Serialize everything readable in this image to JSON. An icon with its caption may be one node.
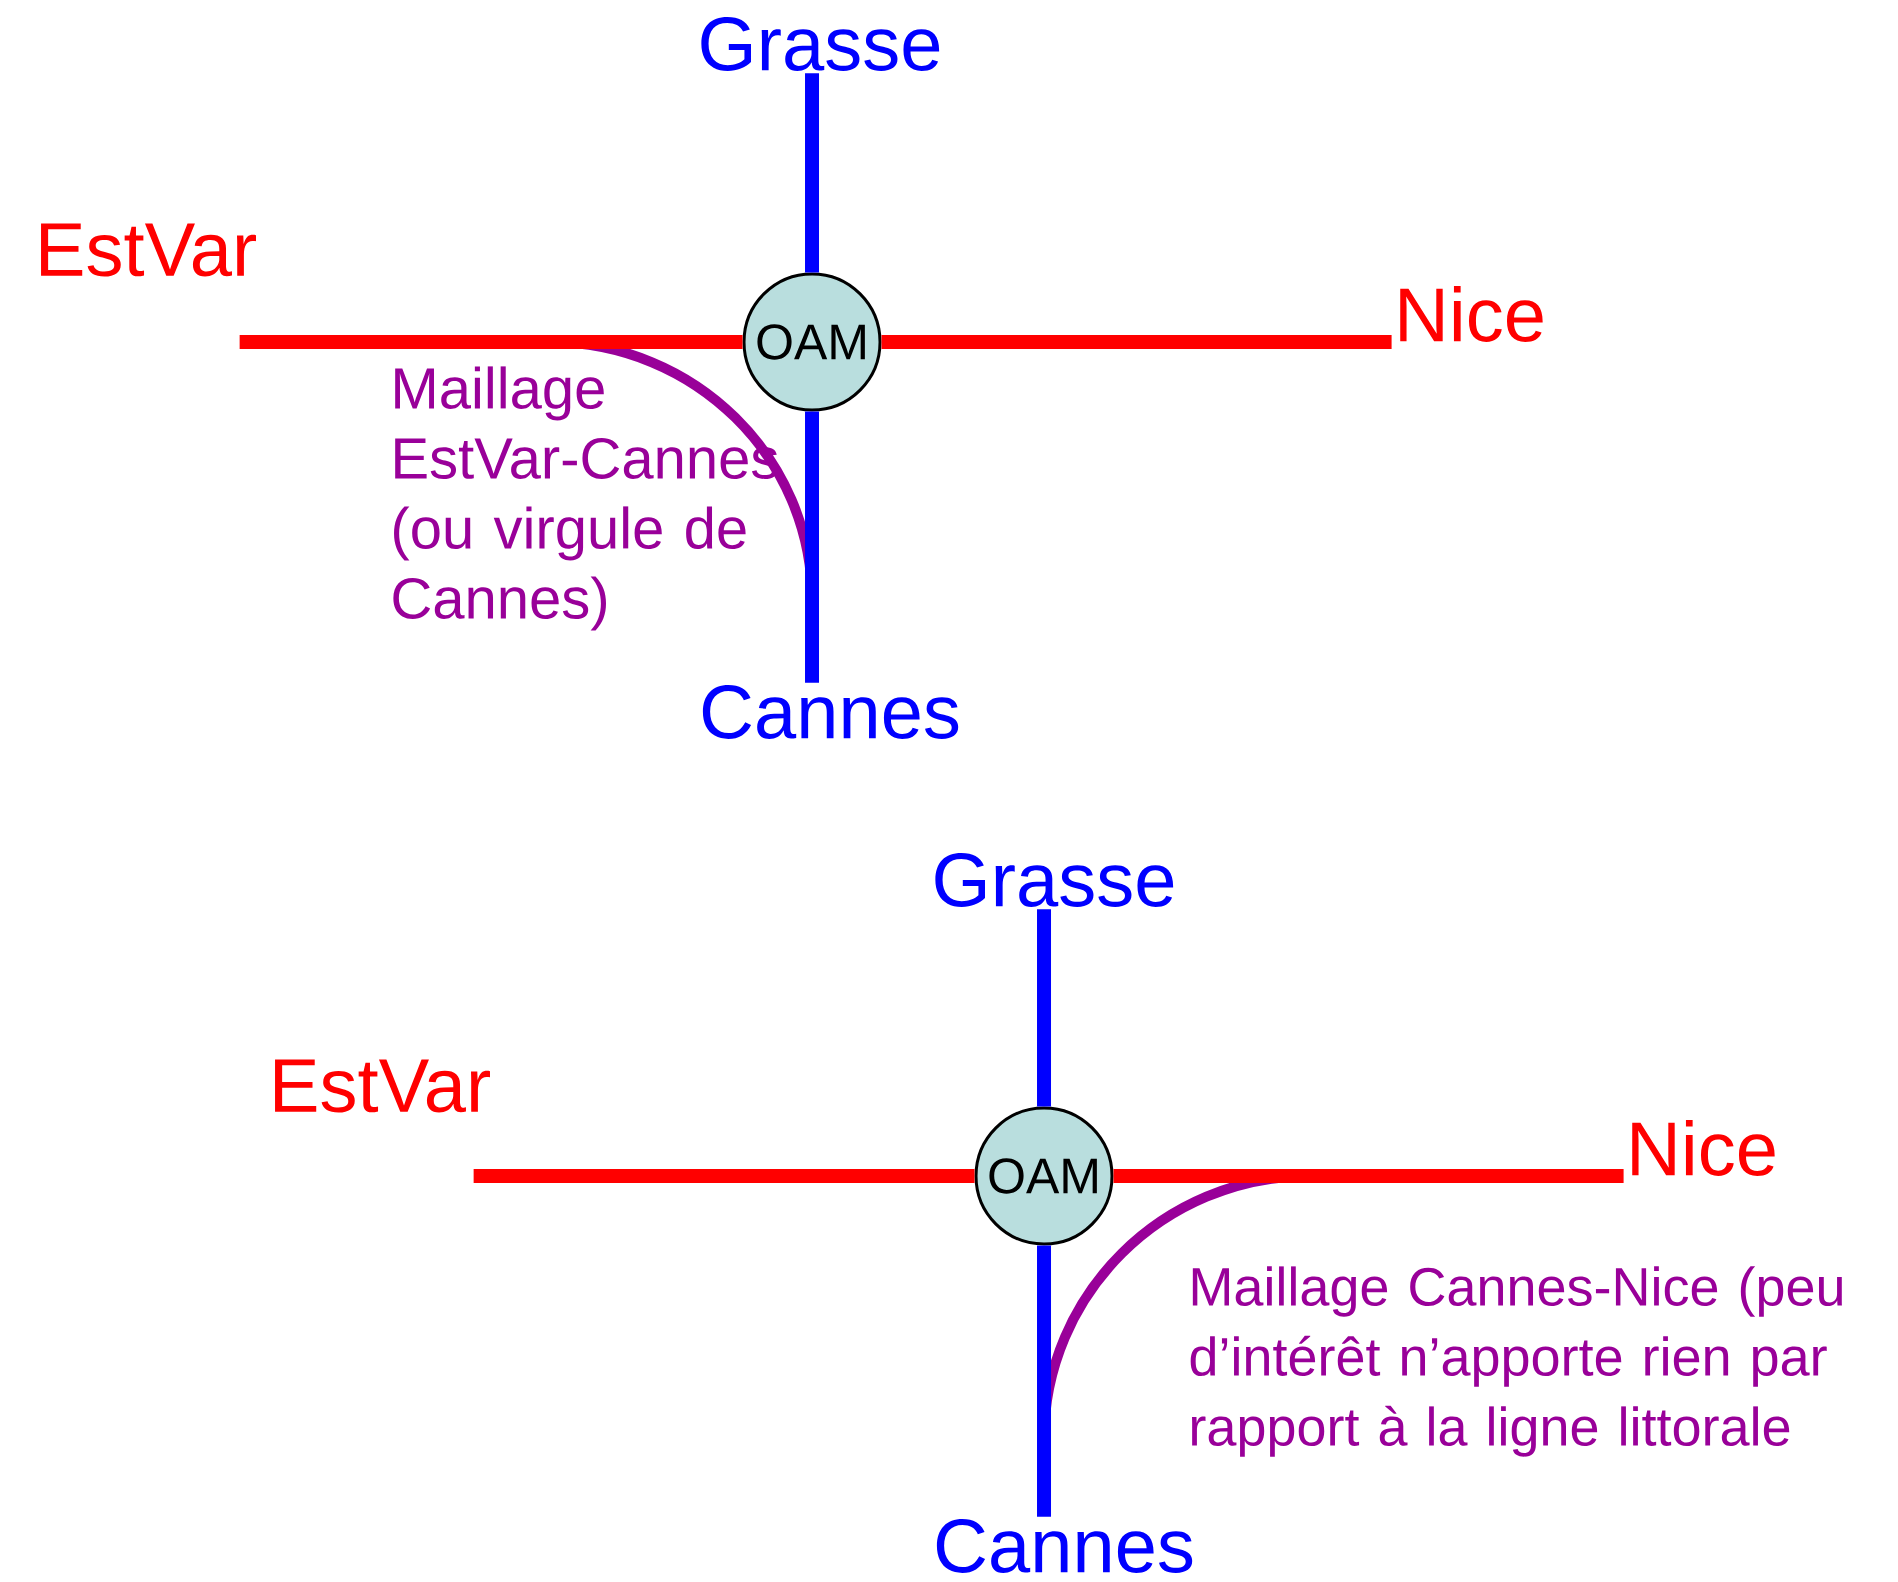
{
  "diagram": {
    "nodes": [
      {
        "text": [
          "Grasse"
        ]
      },
      {
        "text": [
          "EstVar"
        ]
      },
      {
        "text": [
          "OAM"
        ]
      },
      {
        "text": [
          "Nice"
        ]
      },
      {
        "text": [
          "Cannes"
        ]
      },
      {
        "text": [
          "Grasse"
        ]
      },
      {
        "text": [
          "EstVar"
        ]
      },
      {
        "text": [
          "OAM"
        ]
      },
      {
        "text": [
          "Nice"
        ]
      },
      {
        "text": [
          "Cannes"
        ]
      }
    ],
    "edges": [
      {
        "from": 1,
        "to": 2,
        "arrow": "none",
        "color": "#ff0000"
      },
      {
        "from": 0,
        "to": 2,
        "arrow": "none",
        "color": "#0000ff"
      },
      {
        "from": 2,
        "to": 3,
        "arrow": "none",
        "color": "#ff0000"
      },
      {
        "from": 2,
        "to": 4,
        "arrow": "none",
        "color": "#0000ff"
      },
      {
        "from": 6,
        "to": 7,
        "arrow": "none",
        "color": "#ff0000"
      },
      {
        "from": 5,
        "to": 7,
        "arrow": "none",
        "color": "#0000ff"
      },
      {
        "from": 7,
        "to": 8,
        "arrow": "none",
        "color": "#ff0000"
      },
      {
        "from": 7,
        "to": 9,
        "arrow": "none",
        "color": "#0000ff"
      }
    ],
    "labels": [
      "Maillage EstVar-Cannes (ou virgule de Cannes)",
      "Maillage Cannes-Nice (peu d’intérêt n’apporte rien par rapport à la ligne littorale"
    ]
  }
}
